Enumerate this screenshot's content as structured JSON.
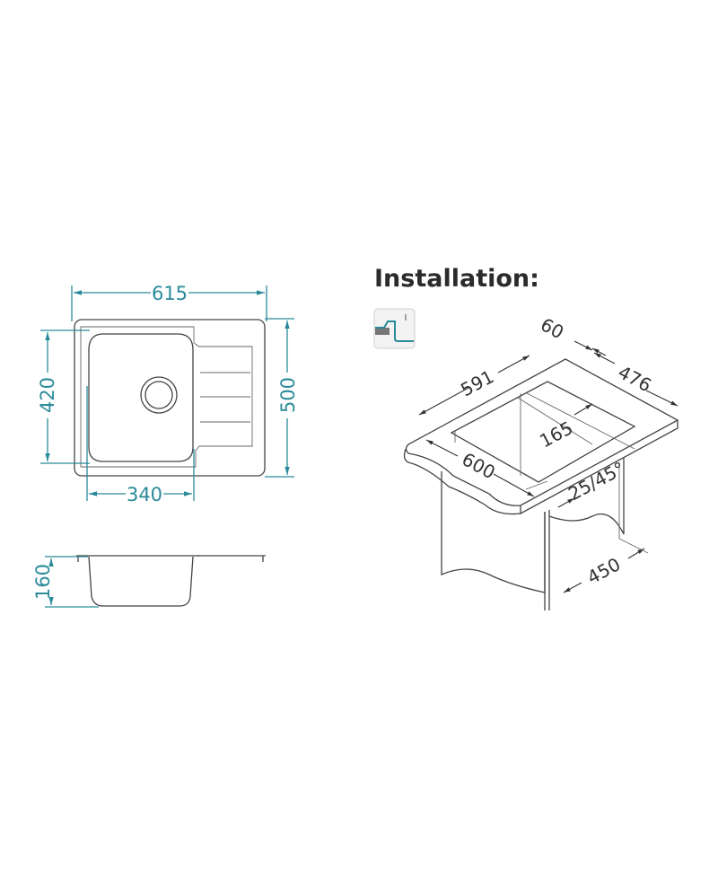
{
  "top_view": {
    "width_label": "615",
    "depth_label": "500",
    "bowl_depth_label": "420",
    "bowl_width_label": "340"
  },
  "side_view": {
    "height_label": "160"
  },
  "installation": {
    "title": "Installation:",
    "icon": "inset-mount-icon",
    "dims": {
      "thickness": "60",
      "depth": "476",
      "length": "591",
      "front_width": "600",
      "offset": "165",
      "edge": "25/45°",
      "cabinet": "450"
    }
  },
  "colors": {
    "dimension": "#2a8a99",
    "line": "#444444"
  }
}
